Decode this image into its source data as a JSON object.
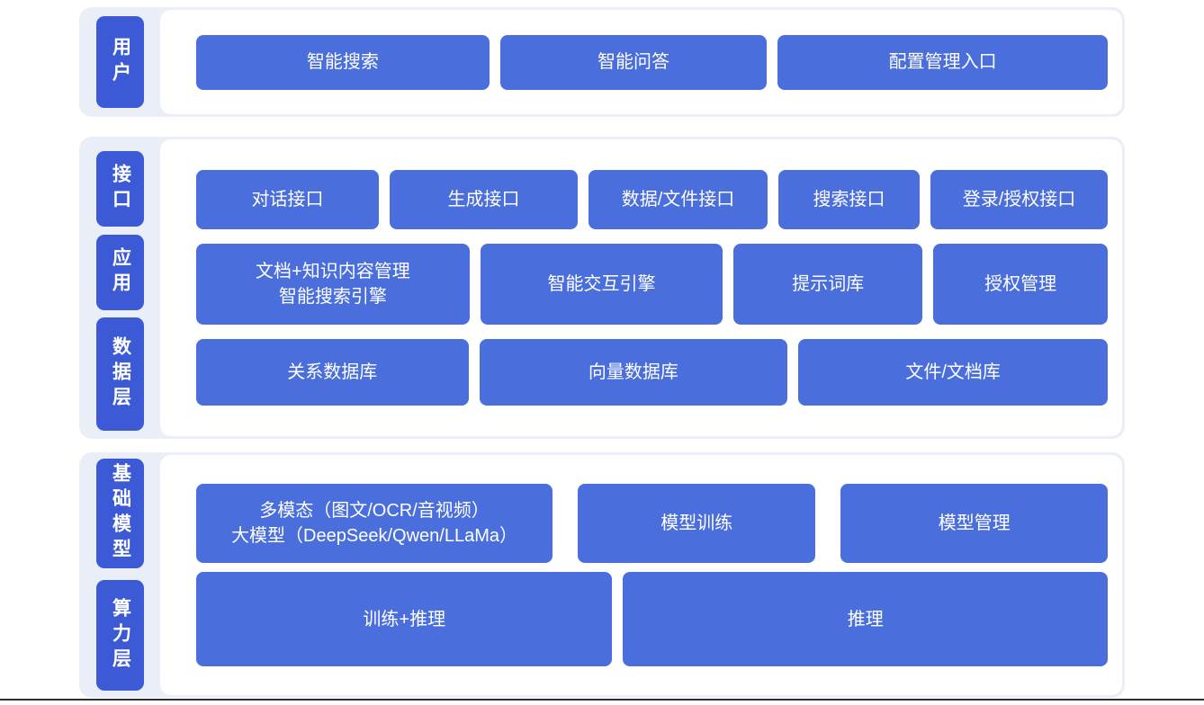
{
  "colors": {
    "page_bg": "#ffffff",
    "band_bg": "#e9eef7",
    "panel_bg": "#ffffff",
    "node_blue": "#4a6edc",
    "label_blue": "#3c5ad6",
    "node_text": "#ffffff"
  },
  "sections": [
    {
      "labels": [
        "用户"
      ],
      "rows": [
        [
          "智能搜索",
          "智能问答",
          "配置管理入口"
        ]
      ]
    },
    {
      "labels": [
        "接口",
        "应用",
        "数据层"
      ],
      "rows": [
        [
          "对话接口",
          "生成接口",
          "数据/文件接口",
          "搜索接口",
          "登录/授权接口"
        ],
        [
          "文档+知识内容管理\n智能搜索引擎",
          "智能交互引擎",
          "提示词库",
          "授权管理"
        ],
        [
          "关系数据库",
          "向量数据库",
          "文件/文档库"
        ]
      ]
    },
    {
      "labels": [
        "基础模型",
        "算力层"
      ],
      "rows": [
        [
          "多模态（图文/OCR/音视频）\n大模型（DeepSeek/Qwen/LLaMa）",
          "模型训练",
          "模型管理"
        ],
        [
          "训练+推理",
          "推理"
        ]
      ]
    }
  ]
}
